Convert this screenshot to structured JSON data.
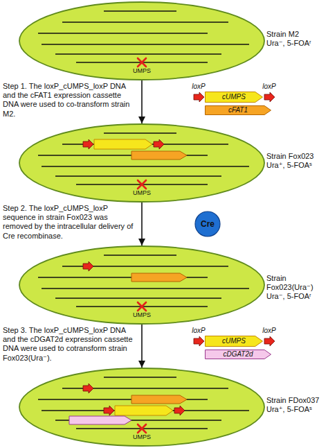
{
  "diagram": {
    "nodes": [
      {
        "text": [
          "Strain M2",
          "Ura⁻, 5-FOAʳ"
        ]
      },
      {
        "text": [
          "cUMPS"
        ]
      },
      {
        "text": [
          "cFAT1"
        ]
      },
      {
        "text": [
          "Strain Fox023",
          "Ura⁺, 5-FOAˢ"
        ]
      },
      {
        "text": [
          "Cre"
        ]
      },
      {
        "text": [
          "Strain Fox023(Ura⁻)",
          "Ura⁻, 5-FOAʳ"
        ]
      },
      {
        "text": [
          "cUMPS"
        ]
      },
      {
        "text": [
          "cDGAT2d"
        ]
      },
      {
        "text": [
          "Strain FDox037",
          "Ura⁺, 5-FOAˢ"
        ]
      }
    ],
    "edges": [
      {
        "from": 0,
        "to": 3,
        "arrow": "to"
      },
      {
        "from": 3,
        "to": 5,
        "arrow": "to"
      },
      {
        "from": 5,
        "to": 8,
        "arrow": "to"
      }
    ],
    "labels": [
      "UMPS",
      "Step 1. The loxP_cUMPS_loxP DNA and the cFAT1 expression cassette DNA were used to co-transform strain M2.",
      "loxP",
      "loxP",
      "UMPS",
      "Step 2. The loxP_cUMPS_loxP sequence in strain Fox023 was removed by the intracellular delivery of Cre recombinase.",
      "UMPS",
      "Step 3. The loxP_cUMPS_loxP DNA and the cDGAT2d expression cassette DNA were used to cotransform strain Fox023(Ura⁻).",
      "loxP",
      "loxP",
      "UMPS"
    ]
  }
}
